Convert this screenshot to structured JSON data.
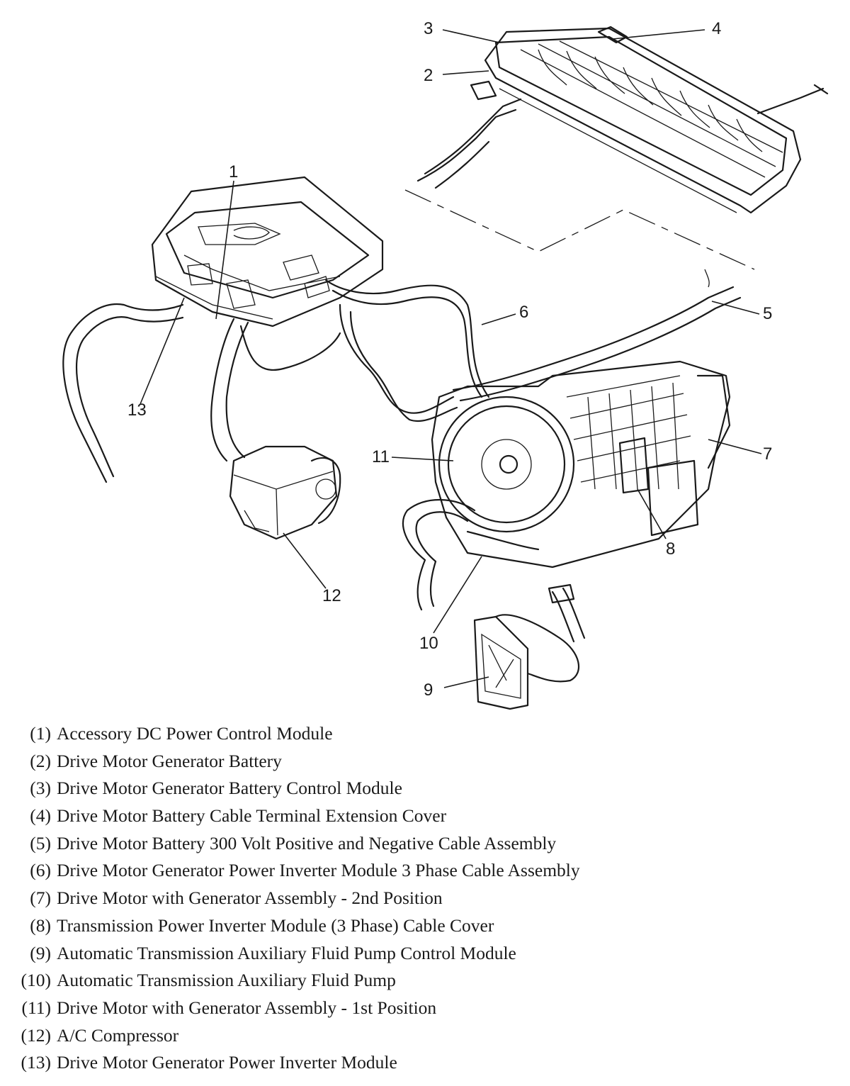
{
  "callouts": [
    "1",
    "2",
    "3",
    "4",
    "5",
    "6",
    "7",
    "8",
    "9",
    "10",
    "11",
    "12",
    "13"
  ],
  "legend": [
    {
      "num": "(1)",
      "text": "Accessory DC Power Control Module"
    },
    {
      "num": "(2)",
      "text": "Drive Motor Generator Battery"
    },
    {
      "num": "(3)",
      "text": "Drive Motor Generator Battery Control Module"
    },
    {
      "num": "(4)",
      "text": "Drive Motor Battery Cable Terminal Extension Cover"
    },
    {
      "num": "(5)",
      "text": "Drive Motor Battery 300 Volt Positive and Negative Cable Assembly"
    },
    {
      "num": "(6)",
      "text": "Drive Motor Generator Power Inverter Module 3 Phase Cable Assembly"
    },
    {
      "num": "(7)",
      "text": "Drive Motor with Generator Assembly - 2nd Position"
    },
    {
      "num": "(8)",
      "text": "Transmission Power Inverter Module (3 Phase) Cable Cover"
    },
    {
      "num": "(9)",
      "text": "Automatic Transmission Auxiliary Fluid Pump Control Module"
    },
    {
      "num": "(10)",
      "text": "Automatic Transmission Auxiliary Fluid Pump"
    },
    {
      "num": "(11)",
      "text": "Drive Motor with Generator Assembly - 1st Position"
    },
    {
      "num": "(12)",
      "text": "A/C Compressor"
    },
    {
      "num": "(13)",
      "text": "Drive Motor Generator Power Inverter Module"
    }
  ],
  "colors": {
    "line": "#1a1a1a",
    "background": "#ffffff"
  }
}
